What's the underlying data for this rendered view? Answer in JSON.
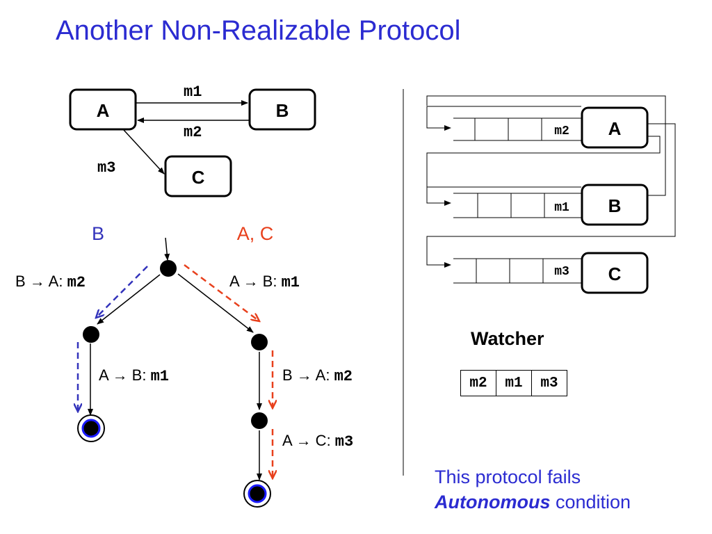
{
  "title": "Another Non-Realizable Protocol",
  "peers": {
    "a": "A",
    "b": "B",
    "c": "C"
  },
  "top_messages": {
    "m1": "m1",
    "m2": "m2",
    "m3": "m3"
  },
  "projection_labels": {
    "left": "B",
    "right": "A, C"
  },
  "colors": {
    "title": "#2b2bd1",
    "left_projection": "#3333bb",
    "right_projection": "#e8401c"
  },
  "transitions": {
    "t1": {
      "prefix": "B → A: ",
      "msg": "m2"
    },
    "t2": {
      "prefix": "A → B: ",
      "msg": "m1"
    },
    "t3": {
      "prefix": "A → B: ",
      "msg": "m1"
    },
    "t4": {
      "prefix": "B → A: ",
      "msg": "m2"
    },
    "t5": {
      "prefix": "A → C: ",
      "msg": "m3"
    }
  },
  "queues": {
    "a": "m2",
    "b": "m1",
    "c": "m3"
  },
  "watcher": {
    "title": "Watcher",
    "cells": [
      "m2",
      "m1",
      "m3"
    ]
  },
  "conclusion": {
    "line1": "This protocol fails",
    "emph": "Autonomous",
    "rest": " condition"
  }
}
